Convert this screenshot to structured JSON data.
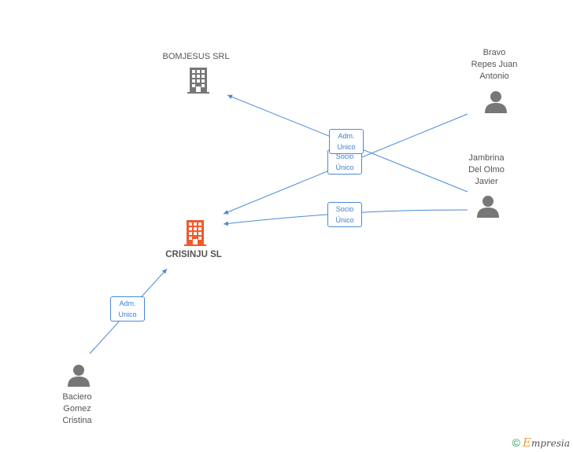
{
  "nodes": {
    "bomjesus": {
      "label": "BOMJESUS SRL"
    },
    "crisinju": {
      "label": "CRISINJU SL"
    },
    "bravo": {
      "label_lines": [
        "Bravo",
        "Repes Juan",
        "Antonio"
      ]
    },
    "jambrina": {
      "label_lines": [
        "Jambrina",
        "Del Olmo",
        "Javier"
      ]
    },
    "baciero": {
      "label_lines": [
        "Baciero",
        "Gomez",
        "Cristina"
      ]
    }
  },
  "edges": {
    "jambrina_bomjesus": {
      "lines": [
        "Adm.",
        "Unico"
      ]
    },
    "bravo_crisinju": {
      "lines": [
        "Socio",
        "Único"
      ]
    },
    "jambrina_crisinju": {
      "lines": [
        "Socio",
        "Único"
      ]
    },
    "baciero_crisinju": {
      "lines": [
        "Adm.",
        "Unico"
      ]
    }
  },
  "colors": {
    "edge": "#4a8ad6",
    "company_main": "#f05a2a",
    "company": "#777777",
    "person": "#777777"
  },
  "footer": {
    "copyright": "©",
    "brand_initial": "E",
    "brand_rest": "mpresia"
  }
}
